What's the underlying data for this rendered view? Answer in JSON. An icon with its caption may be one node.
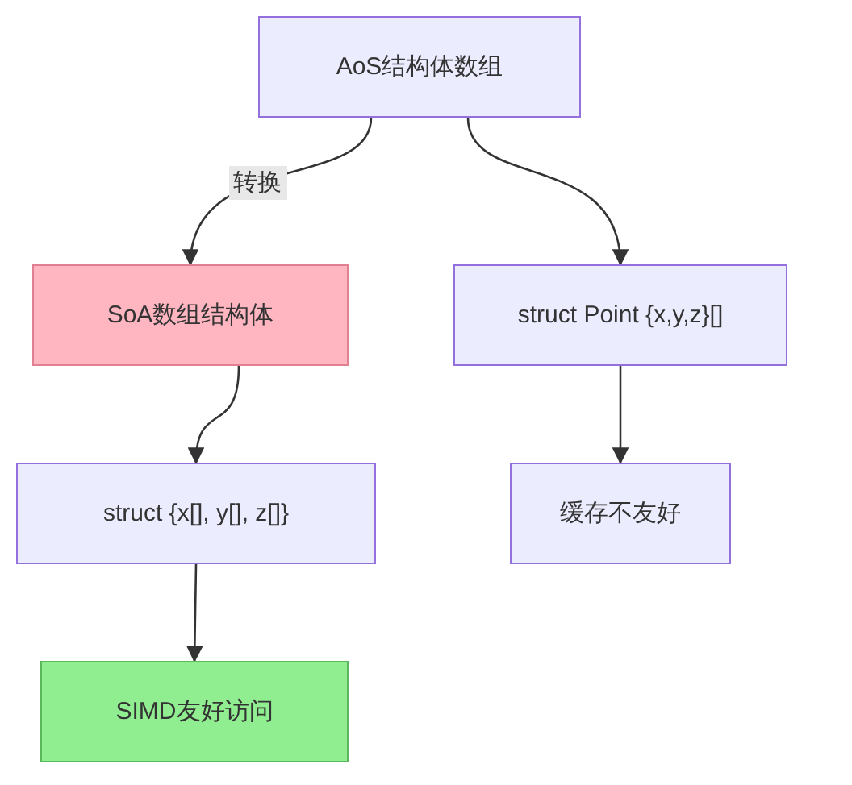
{
  "diagram": {
    "nodes": [
      {
        "text": [
          "AoS结构体数组"
        ]
      },
      {
        "text": [
          "SoA数组结构体"
        ]
      },
      {
        "text": [
          "struct Point {x,y,z}[]"
        ]
      },
      {
        "text": [
          "struct {x[], y[], z[]}"
        ]
      },
      {
        "text": [
          "缓存不友好"
        ]
      },
      {
        "text": [
          "SIMD友好访问"
        ]
      }
    ],
    "edges": [
      {
        "from": 0,
        "to": 1,
        "arrow": "to",
        "label": "转换"
      },
      {
        "from": 0,
        "to": 2,
        "arrow": "to"
      },
      {
        "from": 1,
        "to": 3,
        "arrow": "to"
      },
      {
        "from": 2,
        "to": 4,
        "arrow": "to"
      },
      {
        "from": 3,
        "to": 5,
        "arrow": "to"
      }
    ]
  }
}
